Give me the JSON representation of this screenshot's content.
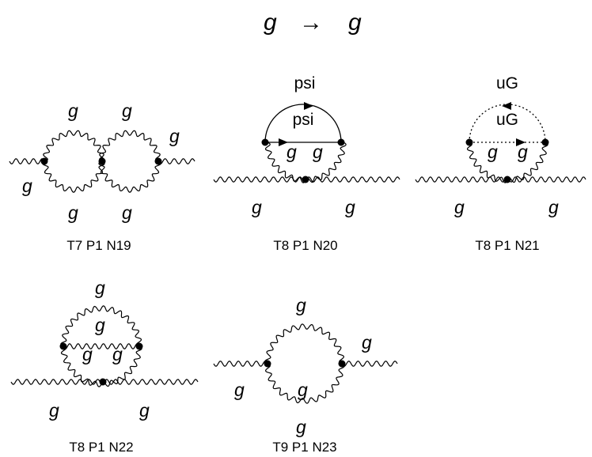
{
  "header": {
    "in_particle": "g",
    "arrow": "→",
    "out_particle": "g"
  },
  "diagrams": [
    {
      "caption": "T7 P1 N19",
      "labels": [
        "g",
        "g",
        "g",
        "g",
        "g",
        "g"
      ]
    },
    {
      "caption": "T8 P1 N20",
      "labels": [
        "psi",
        "psi",
        "g",
        "g",
        "g",
        "g"
      ]
    },
    {
      "caption": "T8 P1 N21",
      "labels": [
        "uG",
        "uG",
        "g",
        "g",
        "g",
        "g"
      ]
    },
    {
      "caption": "T8 P1 N22",
      "labels": [
        "g",
        "g",
        "g",
        "g",
        "g",
        "g"
      ]
    },
    {
      "caption": "T9 P1 N23",
      "labels": [
        "g",
        "g",
        "g",
        "g",
        "g"
      ]
    }
  ],
  "colors": {
    "ink": "#000000",
    "background": "#ffffff"
  }
}
